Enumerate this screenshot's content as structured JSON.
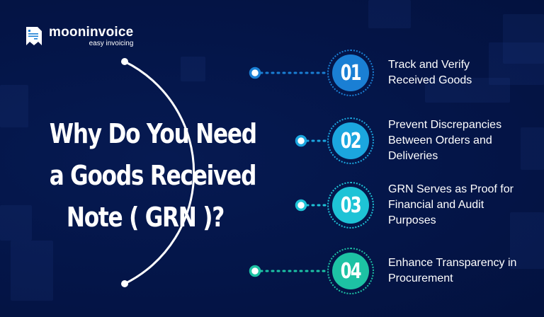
{
  "brand": {
    "name": "mooninvoice",
    "tagline": "easy invoicing",
    "icon": "receipt-icon"
  },
  "headline": {
    "lines": [
      "Why Do You Need",
      "a Goods Received",
      "Note ( GRN )?"
    ]
  },
  "items": [
    {
      "number": "01",
      "text": "Track and Verify Received Goods",
      "color": "#1a7fd4",
      "ring_color": "#1a7fd4"
    },
    {
      "number": "02",
      "text": "Prevent Discrepancies Between Orders and Deliveries",
      "color": "#1ba6df",
      "ring_color": "#1ba6df"
    },
    {
      "number": "03",
      "text": "GRN Serves as Proof for Financial and Audit Purposes",
      "color": "#1ec3d6",
      "ring_color": "#1ec3d6"
    },
    {
      "number": "04",
      "text": "Enhance Transparency in Procurement",
      "color": "#1dc2a4",
      "ring_color": "#1dc2a4"
    }
  ],
  "colors": {
    "background": "#04164a",
    "arc": "#ffffff"
  }
}
